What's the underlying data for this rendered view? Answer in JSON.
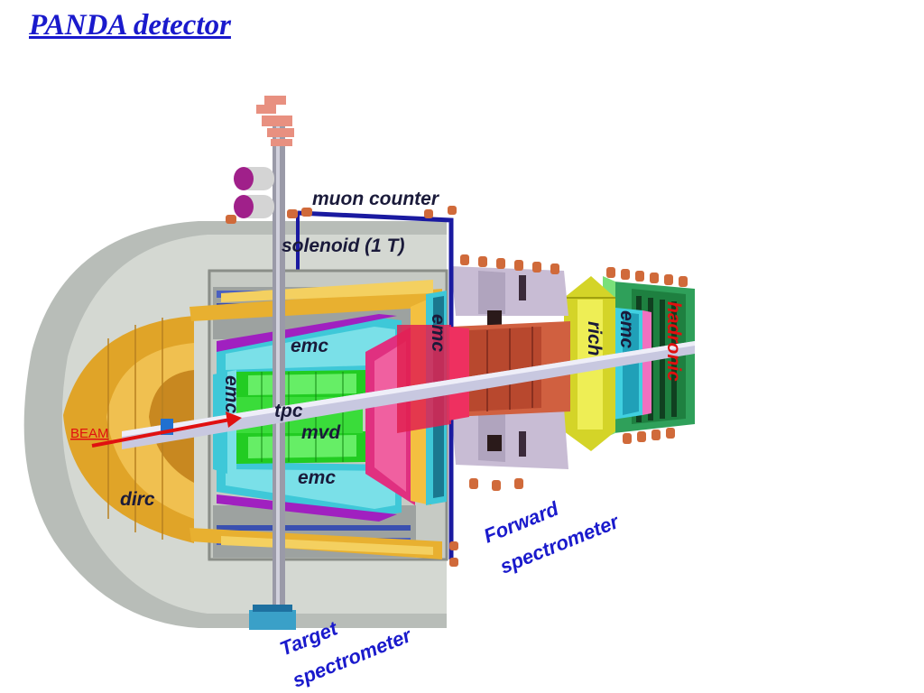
{
  "title": "PANDA detector",
  "labels": {
    "muon_counter": "muon counter",
    "solenoid": "solenoid (1 T)",
    "emc_top": "emc",
    "emc_inner": "emc",
    "emc_bottom": "emc",
    "emc_endcap": "emc",
    "emc_forward": "emc",
    "tpc": "tpc",
    "mvd": "mvd",
    "beam": "BEAM",
    "dirc": "dirc",
    "rich": "rich",
    "hadronic": "hadronic",
    "forward_line1": "Forward",
    "forward_line2": "spectrometer",
    "target_line1": "Target",
    "target_line2": "spectrometer"
  },
  "colors": {
    "title": "#1a1acc",
    "spectrometer_labels": "#1a1acc",
    "beam": "#e01010",
    "label_dark": "#1a1a3a",
    "iron_yoke": "#bfc4bf",
    "emc": "#3ec8d8",
    "tpc": "#2ee02e",
    "dirc": "#e8b030",
    "rich": "#dcdc30",
    "magnet_frame": "#1a1aa0"
  }
}
